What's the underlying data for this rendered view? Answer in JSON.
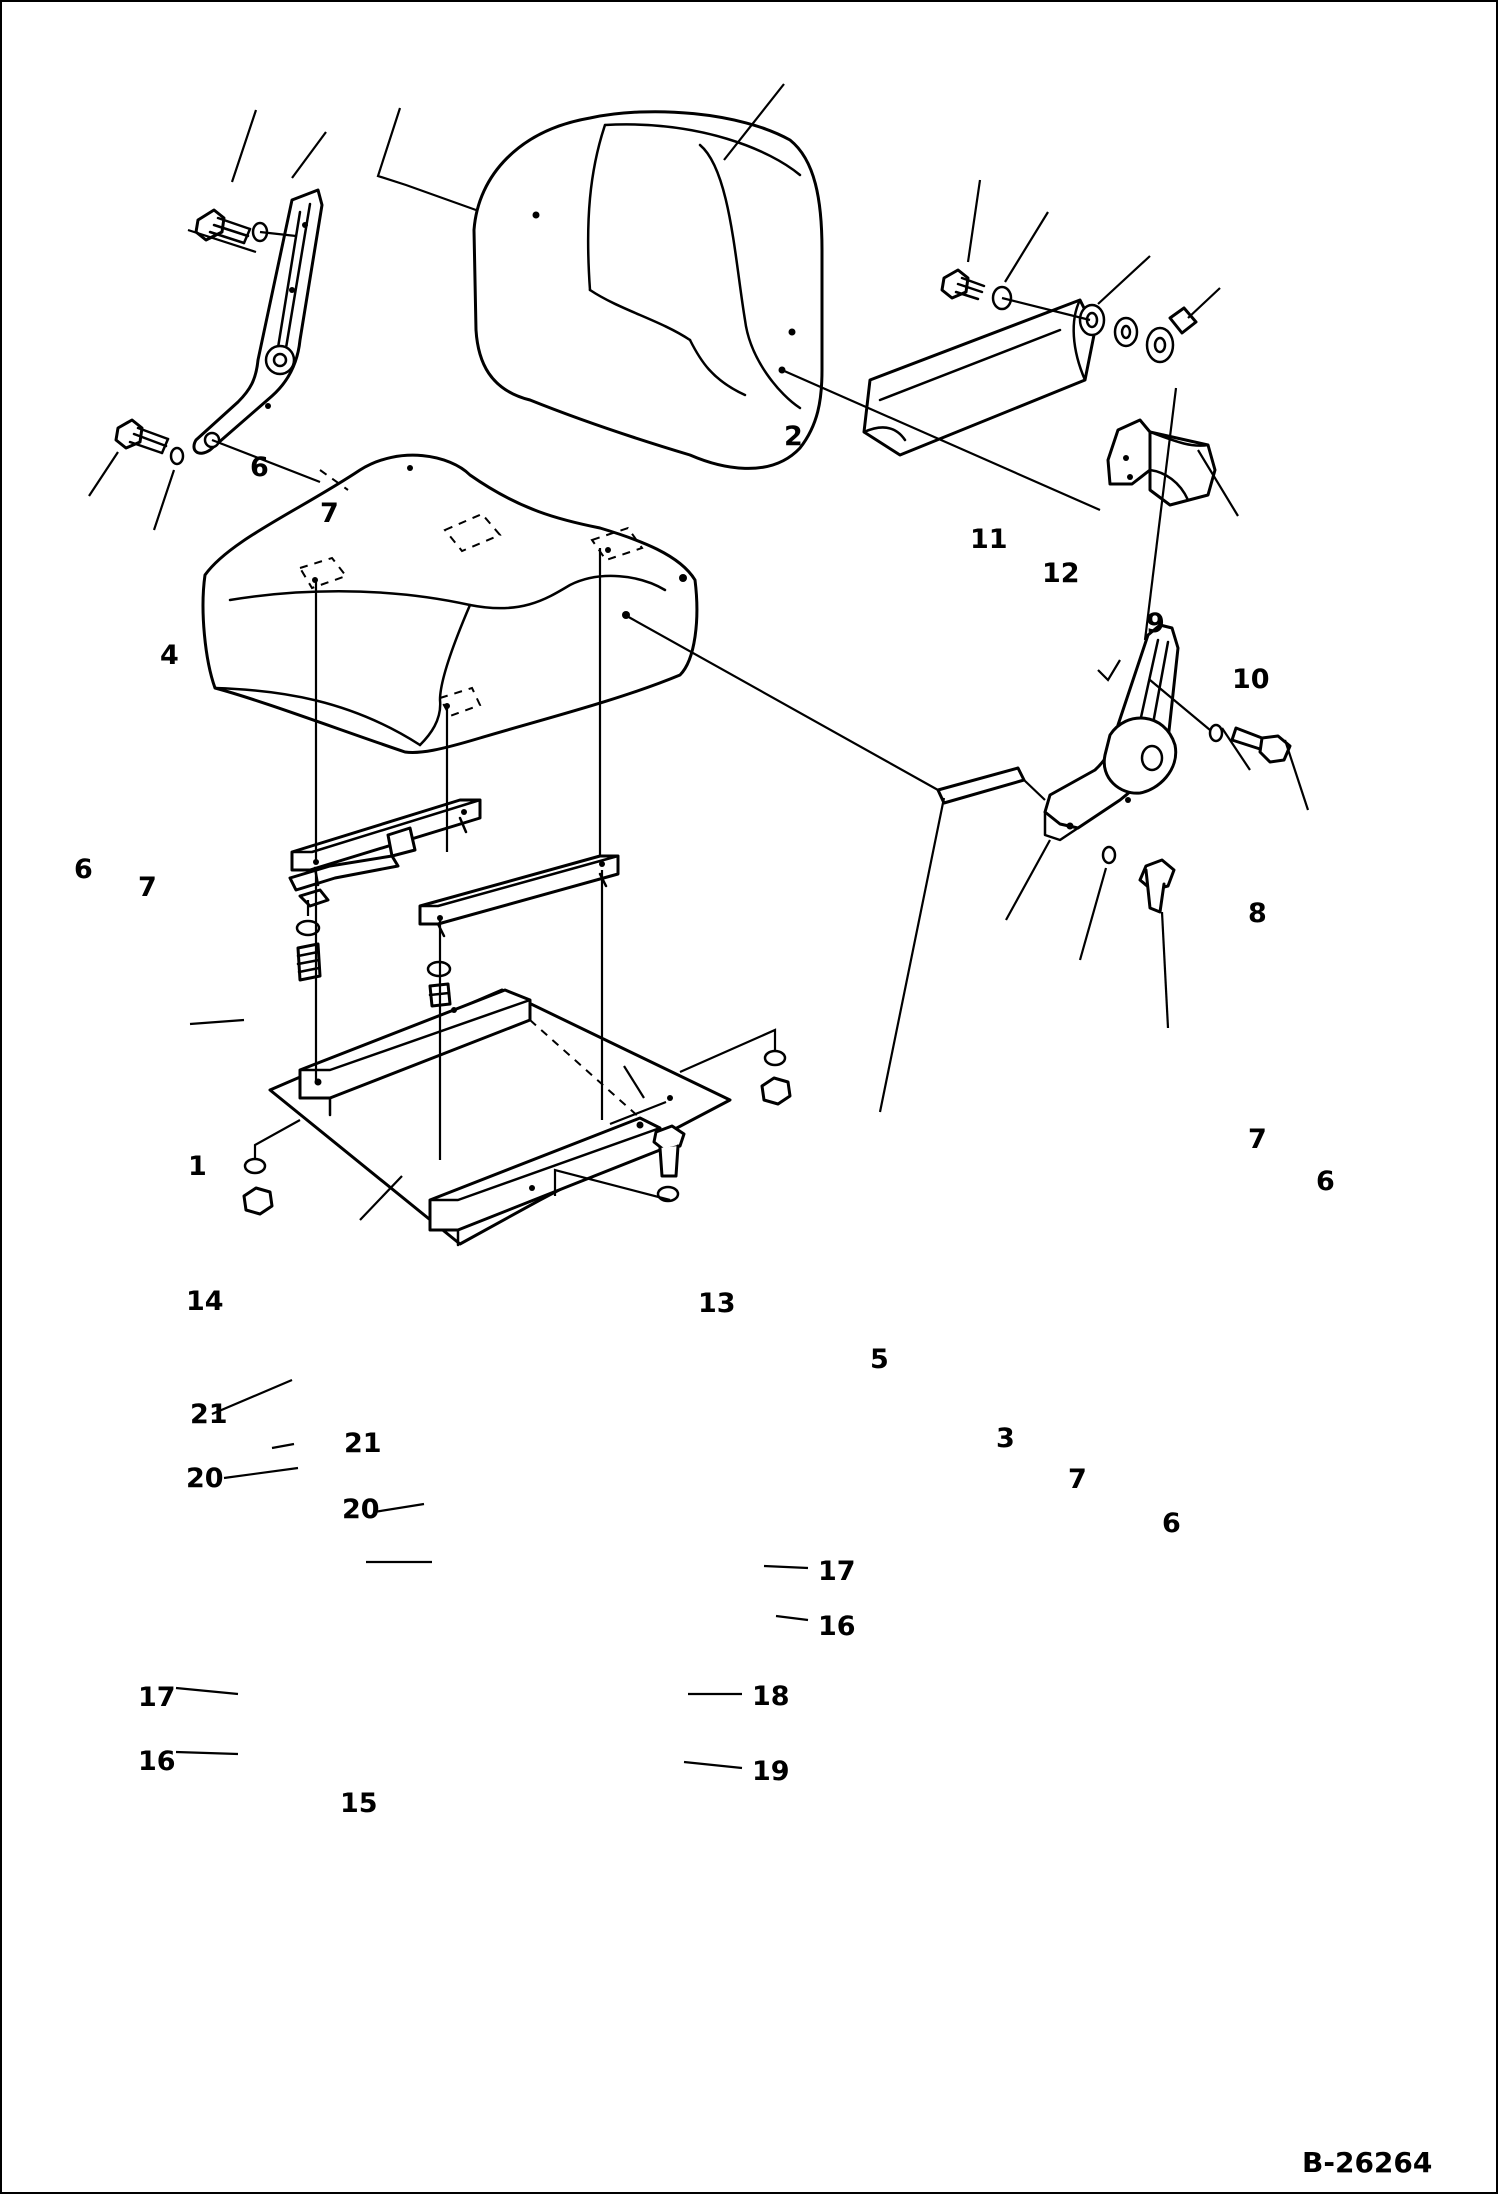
{
  "drawing_number": "B-26264",
  "callouts": {
    "c1": "1",
    "c2": "2",
    "c3": "3",
    "c4": "4",
    "c5": "5",
    "c6a": "6",
    "c6b": "6",
    "c6c": "6",
    "c6d": "6",
    "c7a": "7",
    "c7b": "7",
    "c7c": "7",
    "c7d": "7",
    "c8": "8",
    "c9": "9",
    "c10": "10",
    "c11": "11",
    "c12": "12",
    "c13": "13",
    "c14": "14",
    "c15": "15",
    "c16a": "16",
    "c16b": "16",
    "c17a": "17",
    "c17b": "17",
    "c18": "18",
    "c19": "19",
    "c20a": "20",
    "c20b": "20",
    "c21a": "21",
    "c21b": "21"
  }
}
